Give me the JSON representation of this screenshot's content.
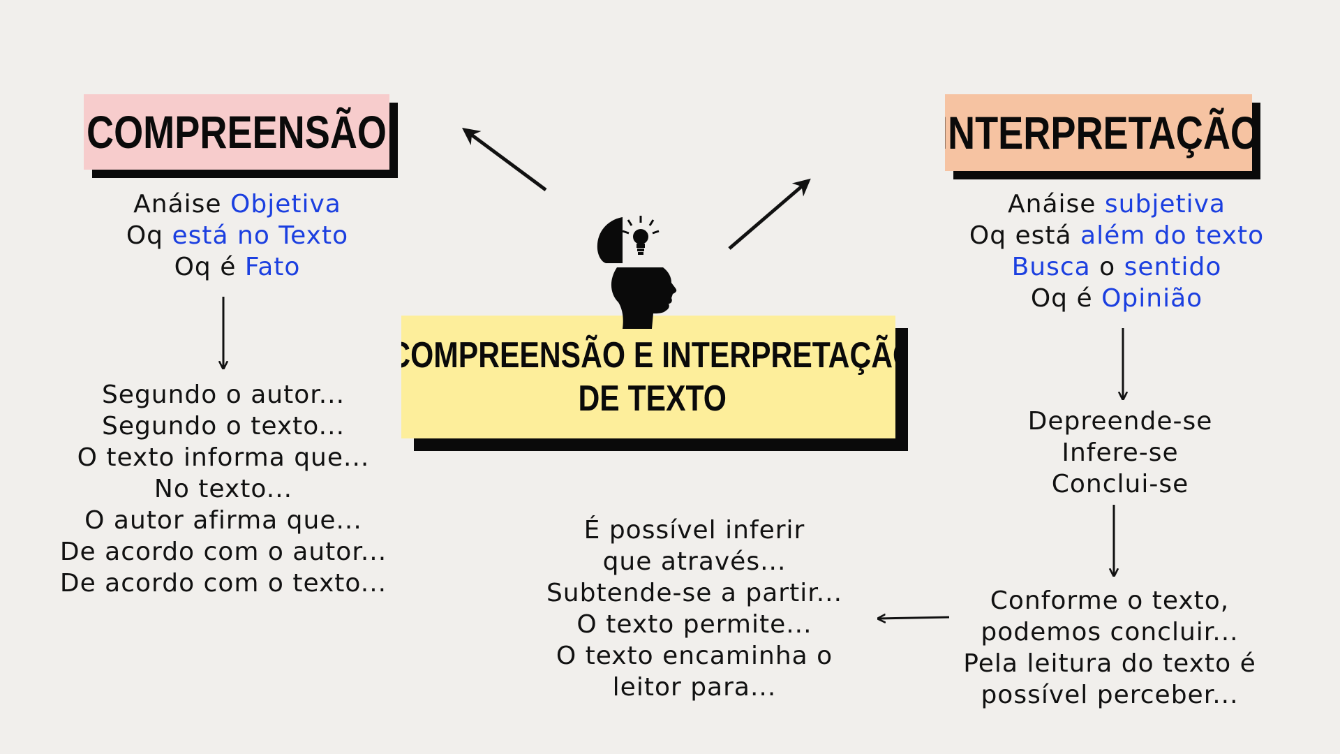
{
  "colors": {
    "background": "#f1efec",
    "compreensao_box": "#f7cccc",
    "interpretacao_box": "#f6c3a2",
    "center_box": "#fdee9b",
    "highlight": "#1b3fe0",
    "shadow": "#0a0a0a"
  },
  "icons": {
    "center": "open-head-lightbulb-icon"
  },
  "compreensao": {
    "title": "COMPREENSÃO",
    "lines": [
      [
        {
          "text": "Anáise "
        },
        {
          "text": "Objetiva",
          "hl": true
        }
      ],
      [
        {
          "text": "Oq "
        },
        {
          "text": "está no Texto",
          "hl": true
        }
      ],
      [
        {
          "text": "Oq é "
        },
        {
          "text": "Fato",
          "hl": true
        }
      ]
    ],
    "phrases": [
      "Segundo o autor...",
      "Segundo o texto...",
      "O texto informa que...",
      "No texto...",
      "O autor afirma que...",
      "De acordo com o autor...",
      "De acordo com o texto..."
    ]
  },
  "center": {
    "title_line1": "COMPREENSÃO E INTERPRETAÇÃO",
    "title_line2": "DE TEXTO"
  },
  "interpretacao": {
    "title": "INTERPRETAÇÃO",
    "lines": [
      [
        {
          "text": "Anáise "
        },
        {
          "text": "subjetiva",
          "hl": true
        }
      ],
      [
        {
          "text": "Oq está "
        },
        {
          "text": "além do texto",
          "hl": true
        }
      ],
      [
        {
          "text": "Busca",
          "hl": true
        },
        {
          "text": " o "
        },
        {
          "text": "sentido",
          "hl": true
        }
      ],
      [
        {
          "text": "Oq é "
        },
        {
          "text": "Opinião",
          "hl": true
        }
      ]
    ],
    "verbs": [
      "Depreende-se",
      "Infere-se",
      "Conclui-se"
    ],
    "conclusions": [
      "Conforme o texto,",
      "podemos concluir...",
      "Pela leitura do texto é",
      "possível perceber..."
    ],
    "inference": [
      "É possível inferir",
      "que através...",
      "Subtende-se a partir...",
      "O texto permite...",
      "O texto encaminha o",
      "leitor para..."
    ]
  }
}
